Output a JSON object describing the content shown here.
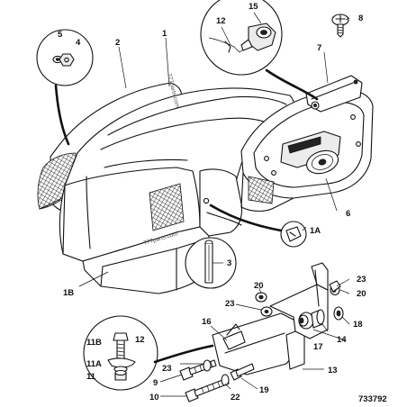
{
  "labels": {
    "l1": "1",
    "l2": "2",
    "l3": "3",
    "l4": "4",
    "l5": "5",
    "l6": "6",
    "l7": "7",
    "l8": "8",
    "l9": "9",
    "l10": "10",
    "l11": "11",
    "l11a": "11A",
    "l11b": "11B",
    "l12a": "12",
    "l12b": "12",
    "l13": "13",
    "l14": "14",
    "l15": "15",
    "l16": "16",
    "l17": "17",
    "l18": "18",
    "l19": "19",
    "l20a": "20",
    "l20b": "20",
    "l22": "22",
    "l23a": "23",
    "l23b": "23",
    "l23c": "23",
    "l1a": "1A",
    "l1b": "1B"
  },
  "reference_number": "733792",
  "watermarks": [
    "777parts.com",
    "777parts.com"
  ]
}
